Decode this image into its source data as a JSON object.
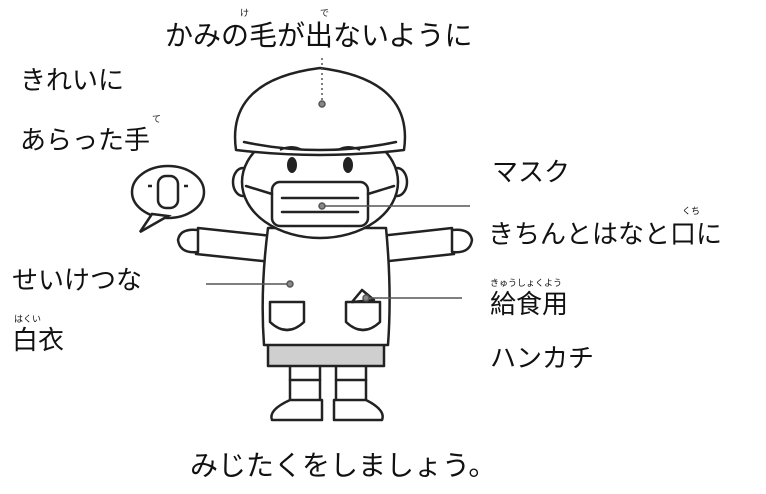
{
  "title": "かみの毛が出ないように",
  "title_furigana": [
    "け",
    "で"
  ],
  "labels": {
    "clean_line1": "きれいに",
    "clean_line2": "あらった手",
    "clean_furigana": "て",
    "mask": "マスク",
    "mask_desc": "きちんとはなと口に",
    "mask_furigana": "くち",
    "clean_gown_line1": "せいけつな",
    "clean_gown_line2": "白衣",
    "gown_furigana": "はくい",
    "handkerchief_line1": "給食用",
    "handkerchief_furigana": "きゅうしょくよう",
    "handkerchief_line2": "ハンカチ"
  },
  "footer": "みじたくをしましょう。"
}
